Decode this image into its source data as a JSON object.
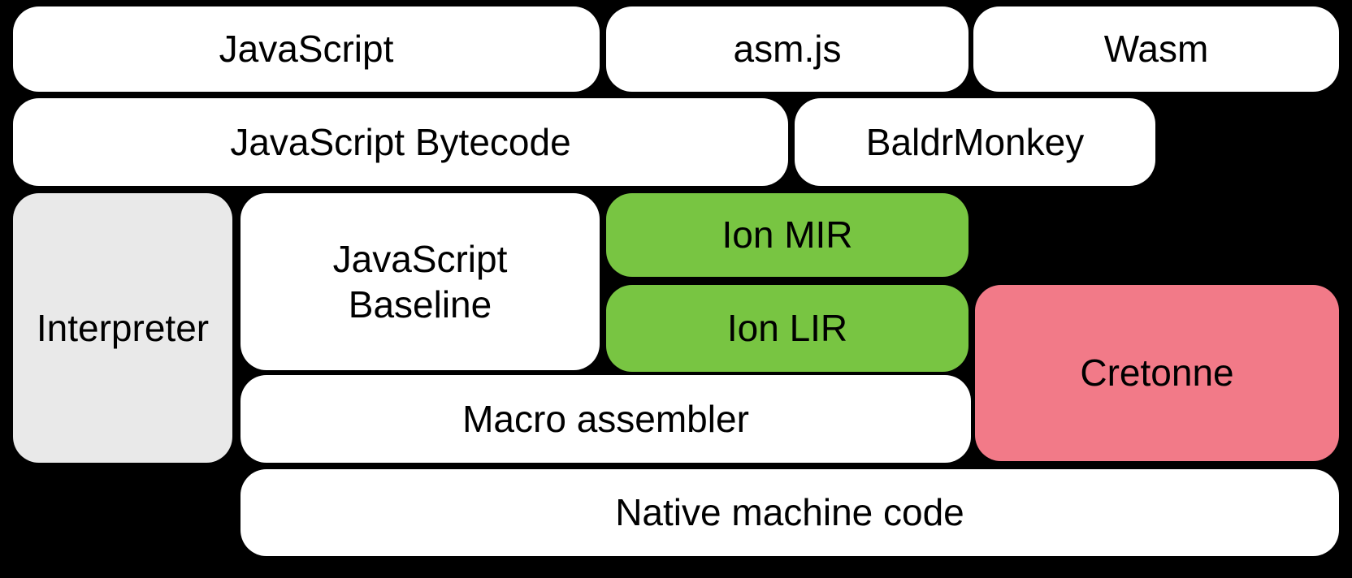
{
  "diagram": {
    "background": "#000000",
    "colors": {
      "box_default": "#ffffff",
      "interpreter_gray": "#e9e9e9",
      "ion_green": "#78c542",
      "cretonne_pink": "#f27a88",
      "label_text": "#000000"
    },
    "nodes": [
      {
        "id": "javascript",
        "label": "JavaScript"
      },
      {
        "id": "asmjs",
        "label": "asm.js"
      },
      {
        "id": "wasm",
        "label": "Wasm"
      },
      {
        "id": "javascript-bytecode",
        "label": "JavaScript Bytecode"
      },
      {
        "id": "baldrmonkey",
        "label": "BaldrMonkey"
      },
      {
        "id": "interpreter",
        "label": "Interpreter"
      },
      {
        "id": "javascript-baseline",
        "label": "JavaScript\nBaseline"
      },
      {
        "id": "ion-mir",
        "label": "Ion MIR"
      },
      {
        "id": "ion-lir",
        "label": "Ion LIR"
      },
      {
        "id": "cretonne",
        "label": "Cretonne"
      },
      {
        "id": "macro-assembler",
        "label": "Macro assembler"
      },
      {
        "id": "native-machine-code",
        "label": "Native machine code"
      }
    ]
  }
}
